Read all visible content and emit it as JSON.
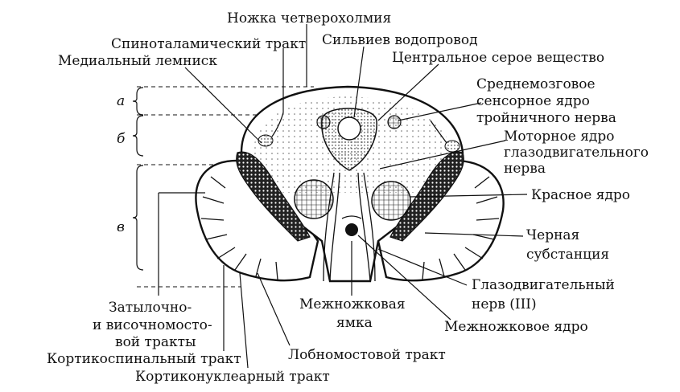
{
  "labels": {
    "cerebral_peduncle": "Ножка четверохолмия",
    "spinothalamic_tract": "Спиноталамический тракт",
    "medial_lemniscus": "Медиальный лемниск",
    "aqueduct": "Сильвиев водопровод",
    "central_gray": "Центральное серое вещество",
    "trigeminal_nucleus": [
      "Среднемозговое",
      "сенсорное ядро",
      "тройничного нерва"
    ],
    "oculomotor_nucleus": [
      "Моторное ядро",
      "глазодвигательного",
      "нерва"
    ],
    "red_nucleus": "Красное ядро",
    "substantia_nigra": [
      "Черная",
      "субстанция"
    ],
    "oculomotor_nerve": [
      "Глазодвигательный",
      "нерв (III)"
    ],
    "interpeduncular_nucleus": "Межножковое ядро",
    "interpeduncular_fossa": [
      "Межножковая",
      "ямка"
    ],
    "frontopontine_tract": "Лобномостовой тракт",
    "occipitotemporopontine_tracts": [
      "Затылочно-",
      "и височномосто-",
      "вой тракты"
    ],
    "corticospinal_tract": "Кортикоспинальный тракт",
    "corticonuclear_tract": "Кортиконуклеарный тракт"
  },
  "segments": [
    "а",
    "б",
    "в"
  ]
}
